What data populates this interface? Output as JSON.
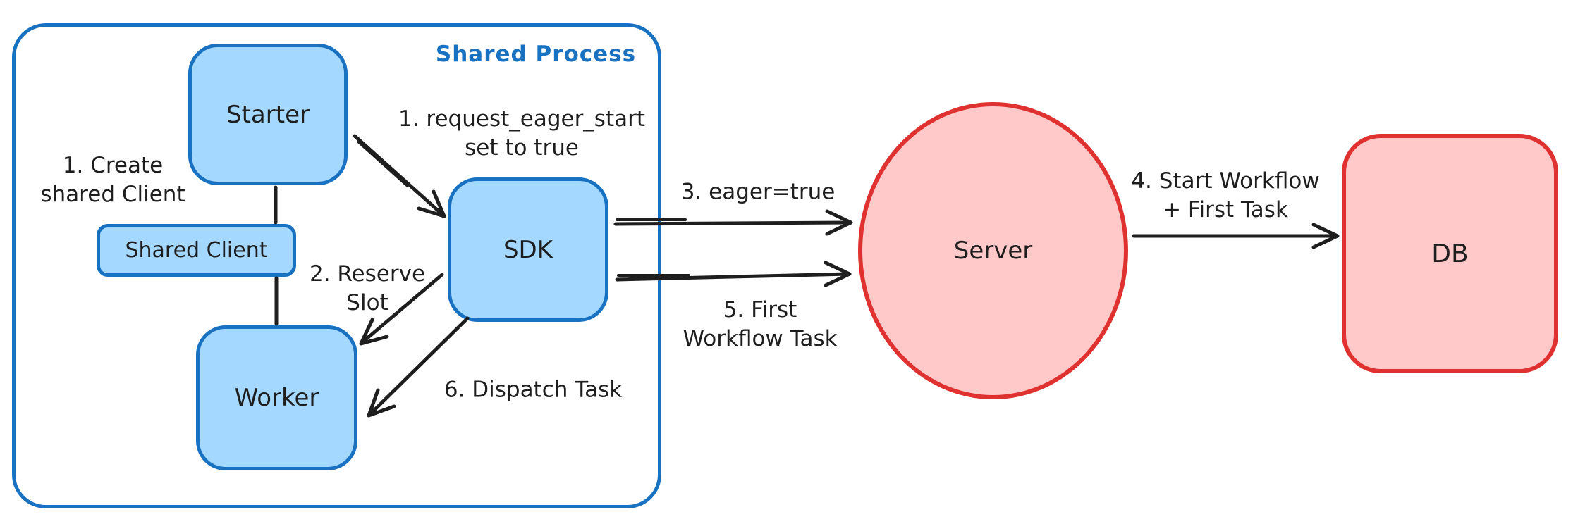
{
  "diagram": {
    "container": {
      "label": "Shared Process"
    },
    "nodes": {
      "starter": {
        "label": "Starter"
      },
      "shared_client": {
        "label": "Shared Client"
      },
      "worker": {
        "label": "Worker"
      },
      "sdk": {
        "label": "SDK"
      },
      "server": {
        "label": "Server"
      },
      "db": {
        "label": "DB"
      }
    },
    "annotations": {
      "create_shared_client": {
        "lines": [
          "1. Create",
          "shared Client"
        ]
      },
      "request_eager_start": {
        "lines": [
          "1. request_eager_start",
          "set to true"
        ]
      },
      "reserve_slot": {
        "lines": [
          "2. Reserve",
          "Slot"
        ]
      },
      "dispatch_task": {
        "lines": [
          "6. Dispatch Task"
        ]
      },
      "eager_true": {
        "lines": [
          "3. eager=true"
        ]
      },
      "first_workflow_task": {
        "lines": [
          "5. First",
          "Workflow Task"
        ]
      },
      "start_workflow_first_task": {
        "lines": [
          "4. Start Workflow",
          "+ First Task"
        ]
      }
    },
    "colors": {
      "blue_stroke": "#1971c2",
      "blue_fill": "#a5d8ff",
      "red_stroke": "#e03131",
      "red_fill": "#ffc9c9",
      "ink": "#1e1e1e",
      "bg": "#ffffff"
    }
  }
}
